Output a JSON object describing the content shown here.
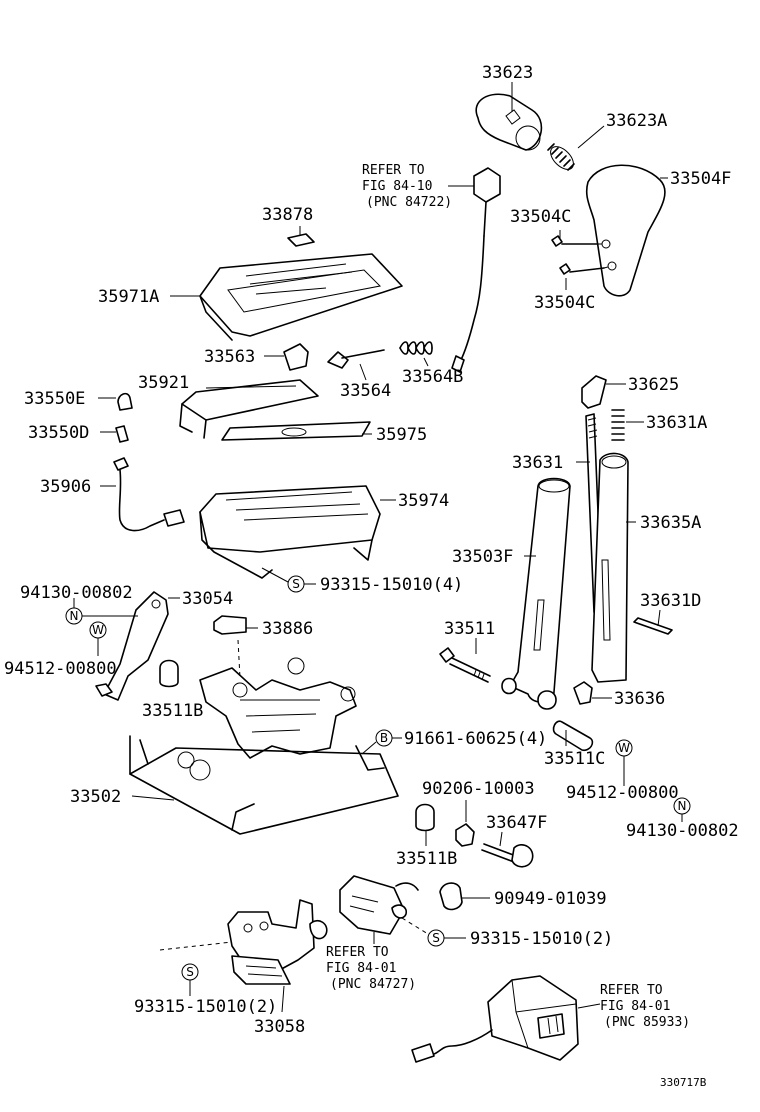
{
  "parts": {
    "p33623": "33623",
    "p33623A": "33623A",
    "p33504F": "33504F",
    "p33504C_a": "33504C",
    "p33504C_b": "33504C",
    "p33878": "33878",
    "p35971A": "35971A",
    "p33563": "33563",
    "p33564": "33564",
    "p33564B": "33564B",
    "p33550E": "33550E",
    "p35921": "35921",
    "p33550D": "33550D",
    "p35975": "35975",
    "p35906": "35906",
    "p35974": "35974",
    "p93315_a": "93315-15010(4)",
    "p94130_a": "94130-00802",
    "p33054": "33054",
    "p33886": "33886",
    "p94512_a": "94512-00800",
    "p33511B_a": "33511B",
    "p33625": "33625",
    "p33631A": "33631A",
    "p33631": "33631",
    "p33635A": "33635A",
    "p33503F": "33503F",
    "p33631D": "33631D",
    "p33511": "33511",
    "p33636": "33636",
    "p91661": "91661-60625(4)",
    "p33511C": "33511C",
    "p94512_b": "94512-00800",
    "p94130_b": "94130-00802",
    "p33502": "33502",
    "p90206": "90206-10003",
    "p33647F": "33647F",
    "p33511B_b": "33511B",
    "p90949": "90949-01039",
    "p93315_b": "93315-15010(2)",
    "p93315_c": "93315-15010(2)",
    "p33058": "33058"
  },
  "refs": {
    "ref1": {
      "l1": "REFER TO",
      "l2": "FIG 84-10",
      "l3": "(PNC 84722)"
    },
    "ref2": {
      "l1": "REFER TO",
      "l2": "FIG 84-01",
      "l3": "(PNC 84727)"
    },
    "ref3": {
      "l1": "REFER TO",
      "l2": "FIG 84-01",
      "l3": "(PNC 85933)"
    }
  },
  "symbols": {
    "s": "S",
    "n": "N",
    "w": "W",
    "b": "B"
  },
  "footer_code": "330717B"
}
